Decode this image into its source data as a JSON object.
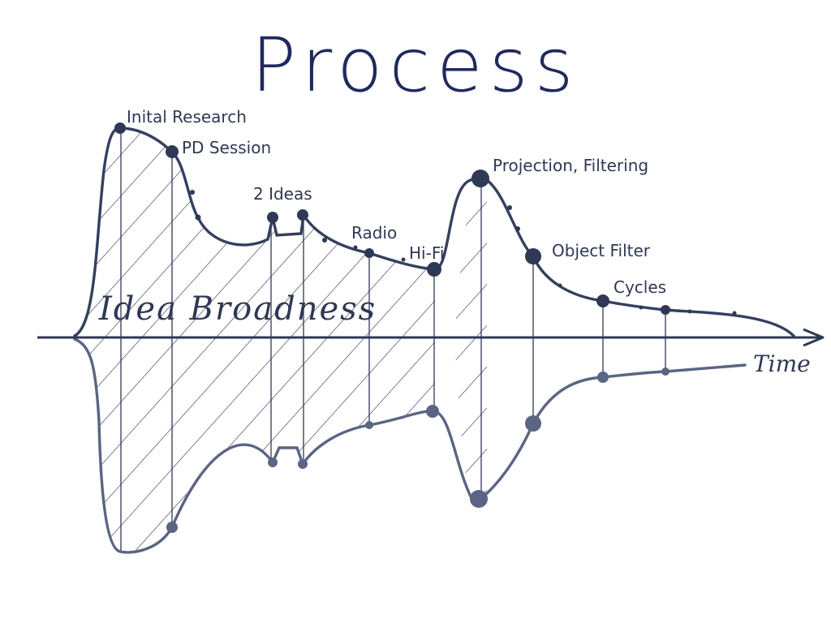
{
  "title": "Process",
  "axis_label": "Time",
  "area_label": "Idea Broadness",
  "colors": {
    "ink": "#2f3854",
    "upper": "#353f5f",
    "lower": "#5b6483",
    "hatch": "#2a2f44"
  },
  "milestones": [
    {
      "label": "Inital Research"
    },
    {
      "label": "PD Session"
    },
    {
      "label": "2 Ideas"
    },
    {
      "label": "Radio"
    },
    {
      "label": "Hi-Fi"
    },
    {
      "label": "Projection, Filtering"
    },
    {
      "label": "Object Filter"
    },
    {
      "label": "Cycles"
    }
  ]
}
